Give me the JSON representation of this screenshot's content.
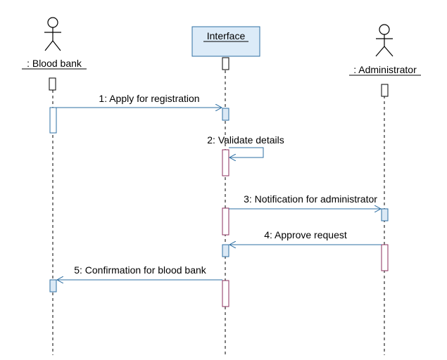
{
  "participants": {
    "blood_bank": ": Blood bank",
    "interface": "Interface",
    "administrator": ": Administrator"
  },
  "messages": [
    "1: Apply for registration",
    "2: Validate details",
    "3: Notification for administrator",
    "4: Approve request",
    "5: Confirmation for blood bank"
  ],
  "colors": {
    "message_line": "#2e6fa3",
    "activation_blue": "#2e6fa3",
    "activation_plum": "#8b2f5c",
    "object_fill": "#dcebf8"
  }
}
